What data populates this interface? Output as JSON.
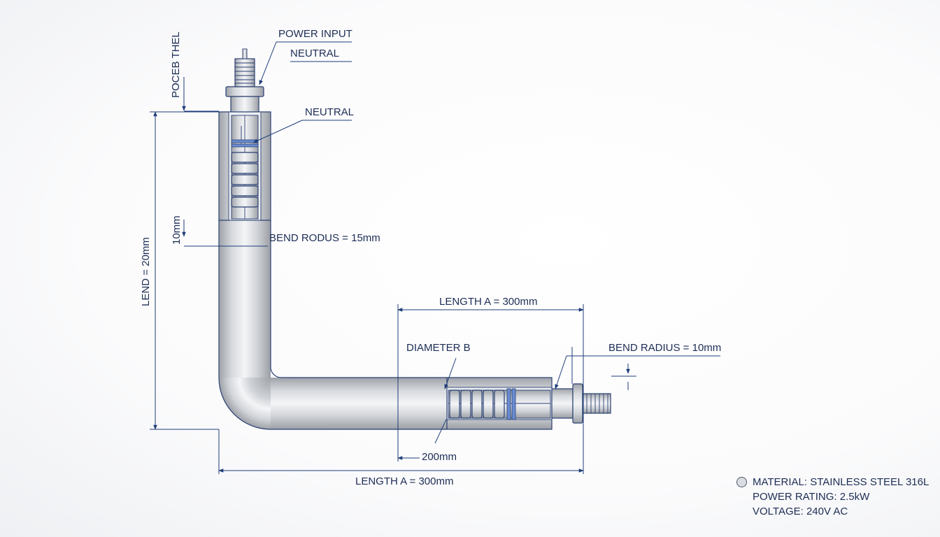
{
  "labels": {
    "power_input": "POWER INPUT",
    "neutral_top": "NEUTRAL",
    "neutral_mid": "NEUTRAL",
    "side_top": "POCEB THEL",
    "dim_10mm": "10mm",
    "bend_radius_15": "BEND RODUS = 15mm",
    "lend": "LEND = 20mm",
    "length_a_upper": "LENGTH A = 300mm",
    "diameter_b": "DIAMETER B",
    "bend_radius_10": "BEND RADIUS = 10mm",
    "dim_200mm": "200mm",
    "length_a_lower": "LENGTH A = 300mm"
  },
  "specs": {
    "material": "MATERIAL: STAINLESS STEEL 316L",
    "power": "POWER RATING: 2.5kW",
    "voltage": "VOLTAGE: 240V AC"
  },
  "colors": {
    "line": "#1f3d7a",
    "text": "#1d2d55",
    "metal_light": "#f2f3f5",
    "metal_dark": "#a9adb3"
  }
}
